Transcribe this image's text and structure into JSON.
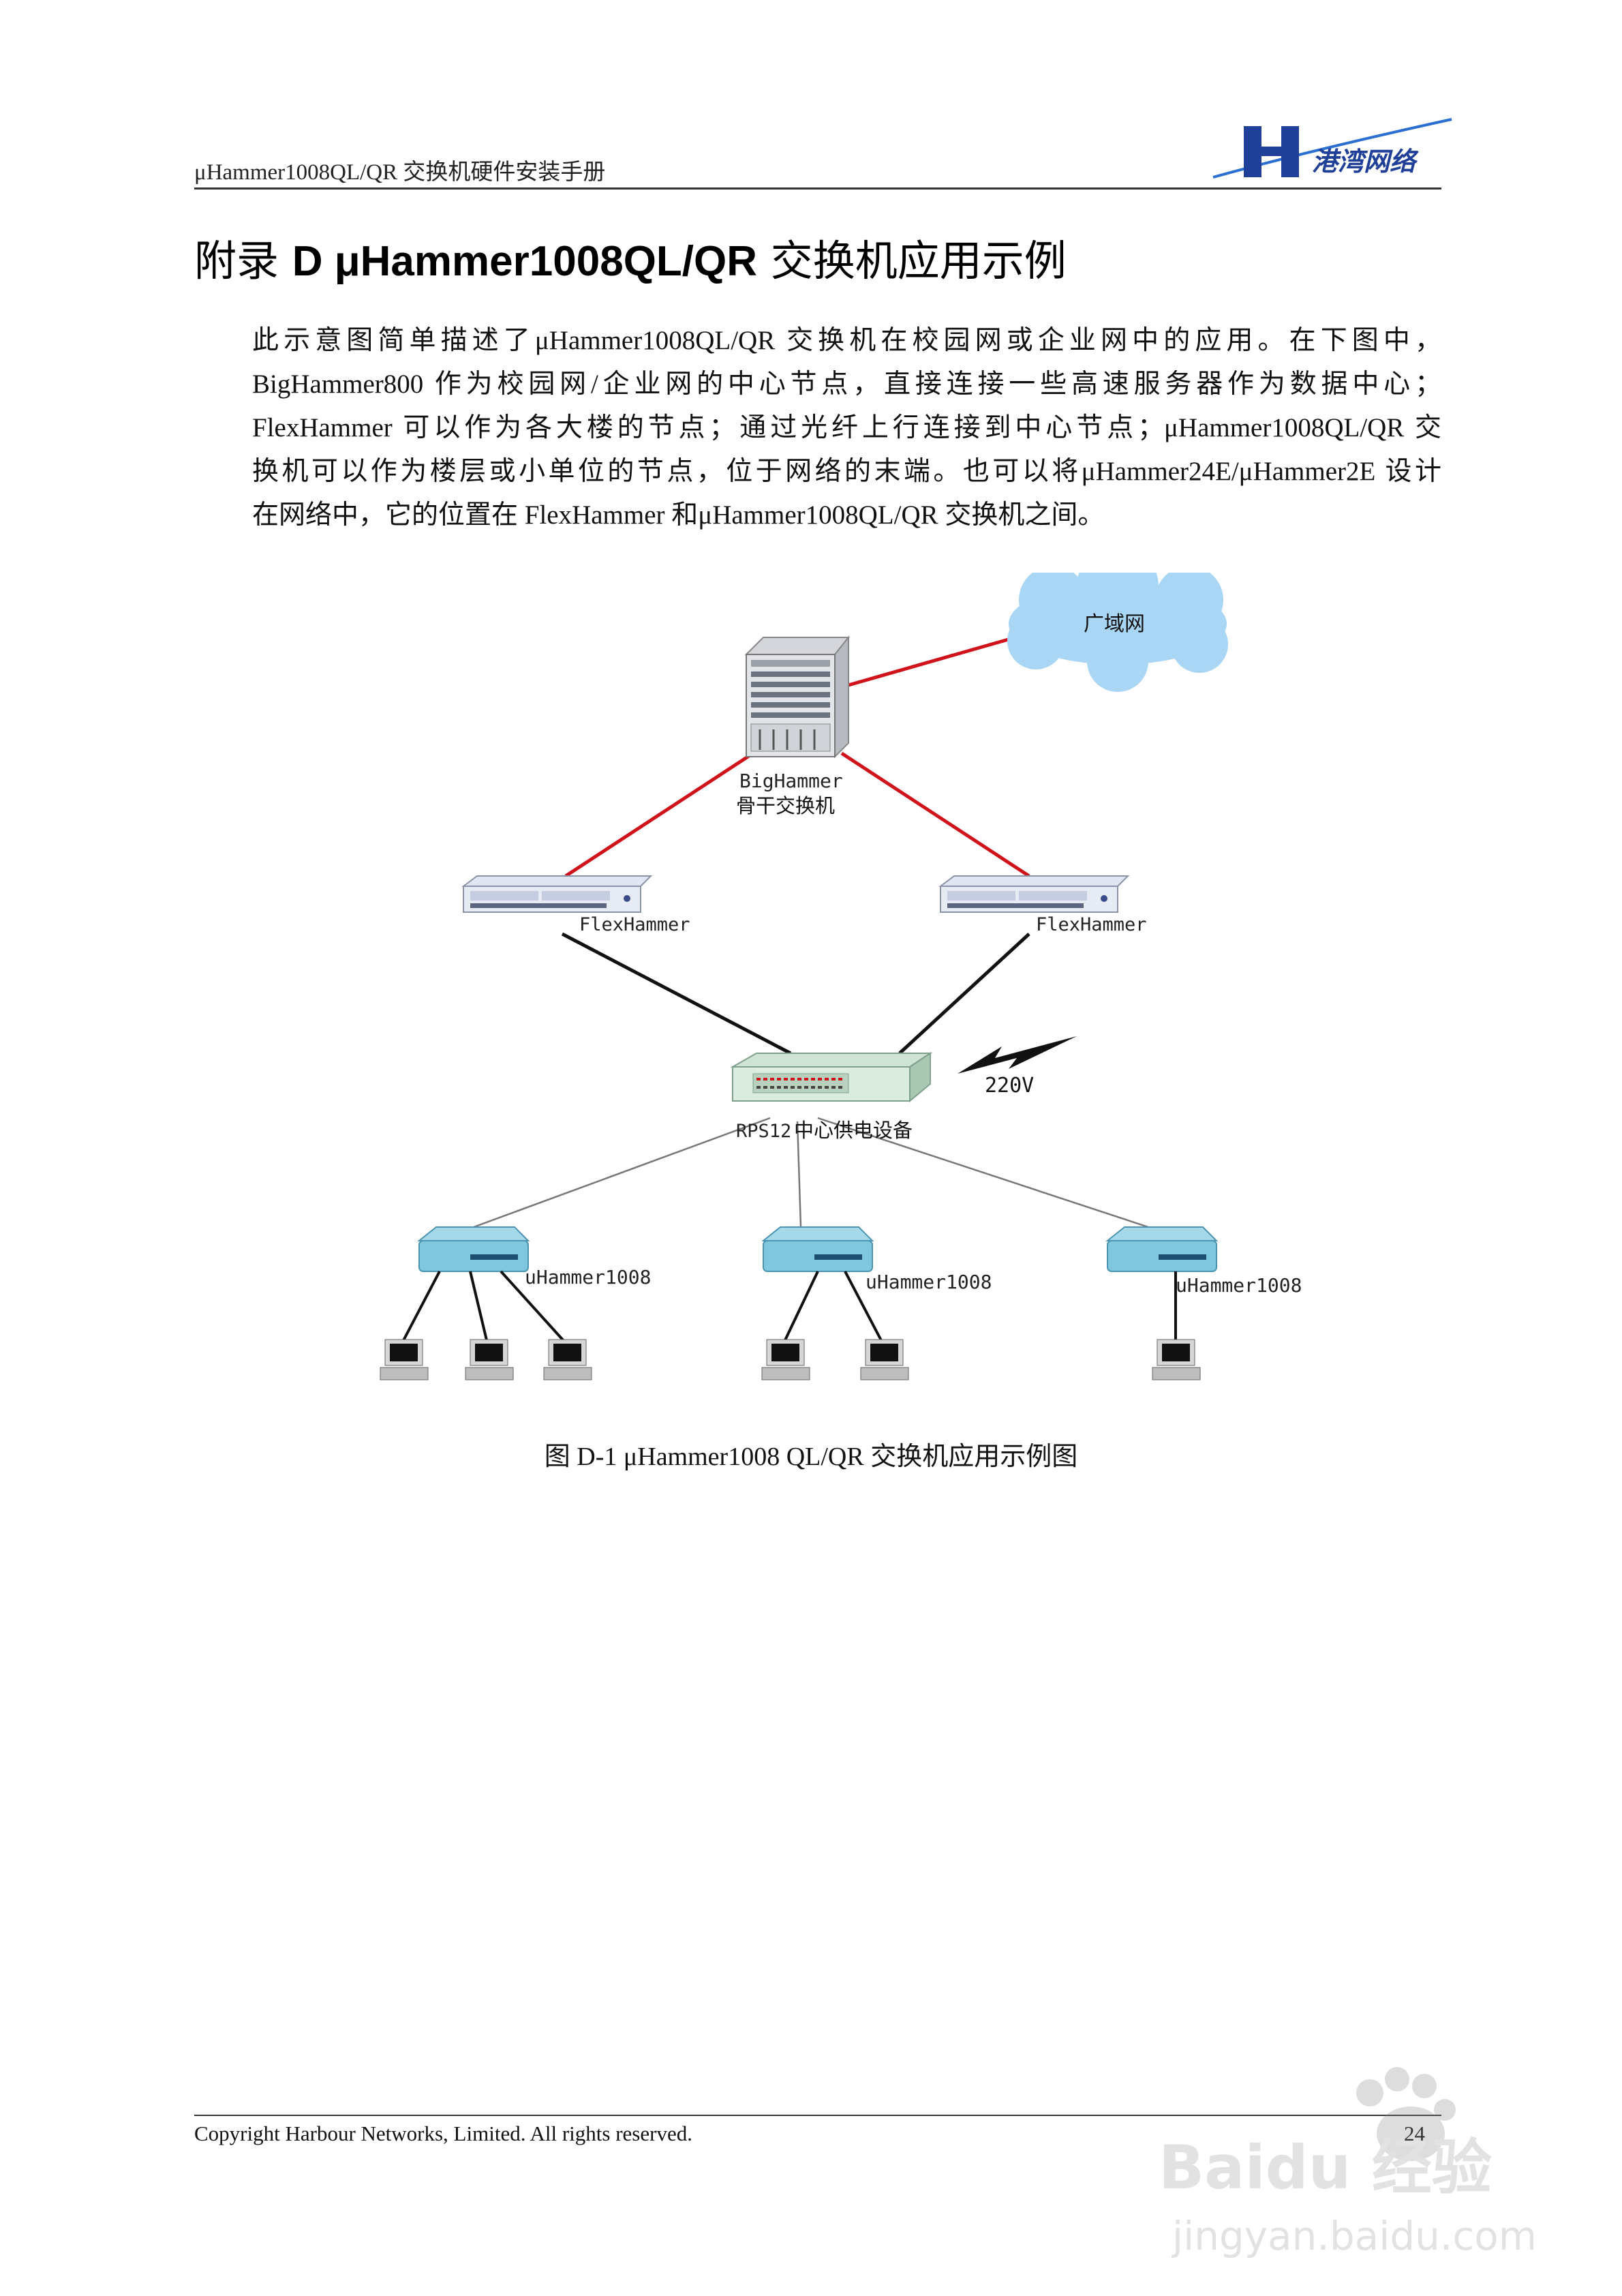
{
  "header": {
    "running_title": "μHammer1008QL/QR 交换机硬件安装手册",
    "logo_text": "港湾网络",
    "logo_icon": "harbour-h-logo",
    "brand_color": "#1f3f99"
  },
  "title": {
    "prefix": "附录 ",
    "latin": "D μHammer1008QL/QR",
    "suffix": " 交换机应用示例"
  },
  "body_lines": [
    "此示意图简单描述了μHammer1008QL/QR 交换机在校园网或企业网中的应用。在下图中，",
    "BigHammer800 作为校园网/企业网的中心节点，直接连接一些高速服务器作为数据中心；",
    "FlexHammer 可以作为各大楼的节点；通过光纤上行连接到中心节点；μHammer1008QL/QR 交",
    "换机可以作为楼层或小单位的节点，位于网络的末端。也可以将μHammer24E/μHammer2E 设计",
    "在网络中，它的位置在 FlexHammer 和μHammer1008QL/QR 交换机之间。"
  ],
  "diagram": {
    "wan_label": "广域网",
    "backbone_label_1": "BigHammer",
    "backbone_label_2": "骨干交换机",
    "flex_left_label": "FlexHammer",
    "flex_right_label": "FlexHammer",
    "power_label": "220V",
    "rps_label_latin": "RPS12",
    "rps_label_cjk": "中心供电设备",
    "uh_left_label": "uHammer1008",
    "uh_mid_label": "uHammer1008",
    "uh_right_label": "uHammer1008",
    "fiber_color": "#d0121b",
    "copper_color": "#111111",
    "cloud_color": "#a9d6f5"
  },
  "caption": "图 D-1 μHammer1008 QL/QR 交换机应用示例图",
  "footer": {
    "copyright": "Copyright Harbour Networks, Limited. All rights reserved.",
    "page_number": "24",
    "watermark_line1": "Baidu 经验",
    "watermark_line2": "jingyan.baidu.com"
  }
}
